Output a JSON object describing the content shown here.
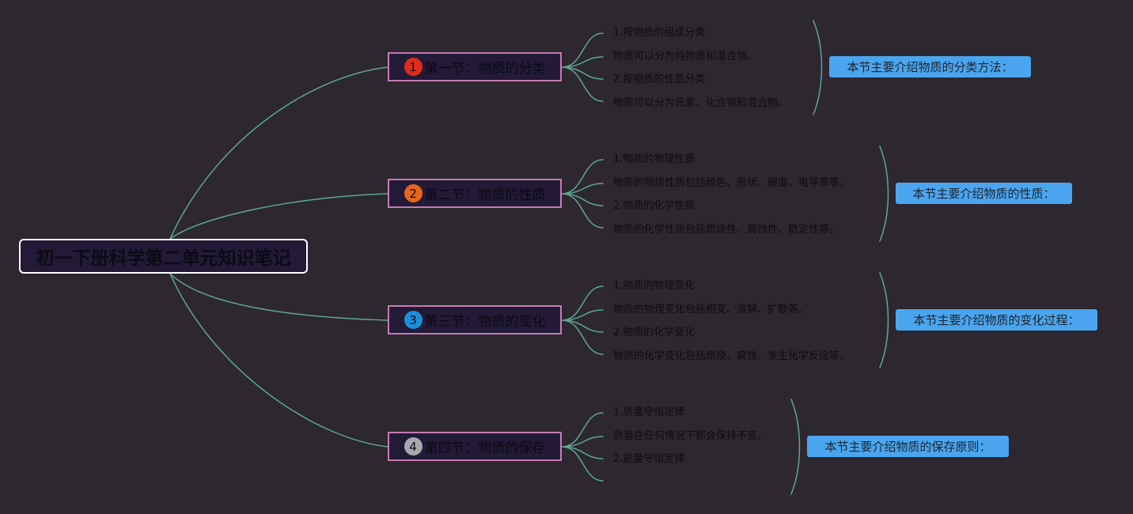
{
  "colors": {
    "background": "#2d2730",
    "connector": "#5fa597",
    "section_border": "#c77bb1",
    "summary_bg": "#4aa5ee"
  },
  "root": {
    "title": "初一下册科学第二单元知识笔记"
  },
  "sections": [
    {
      "number": "1",
      "number_color": "#e02a1a",
      "title": "第一节：物质的分类",
      "items": [
        "1.按物质的组成分类",
        "物质可以分为纯物质和混合物。",
        "2.按物质的性质分类",
        "物质可以分为元素、化合物和混合物。"
      ],
      "summary": "本节主要介绍物质的分类方法："
    },
    {
      "number": "2",
      "number_color": "#e8651c",
      "title": "第二节：物质的性质",
      "items": [
        "1.物质的物理性质",
        "物质的物理性质包括颜色、形状、硬度、电导率等。",
        "2.物质的化学性质",
        "物质的化学性质包括燃烧性、腐蚀性、稳定性等。"
      ],
      "summary": "本节主要介绍物质的性质："
    },
    {
      "number": "3",
      "number_color": "#1a8fd9",
      "title": "第三节：物质的变化",
      "items": [
        "1.物质的物理变化",
        "物质的物理变化包括相变、溶解、扩散等。",
        "2.物质的化学变化",
        "物质的化学变化包括燃烧、腐蚀、发生化学反应等。"
      ],
      "summary": "本节主要介绍物质的变化过程："
    },
    {
      "number": "4",
      "number_color": "#a9a8ad",
      "title": "第四节：物质的保存",
      "items": [
        "1.质量守恒定律",
        "质量在任何情况下都会保持不变。",
        "2.能量守恒定律",
        ""
      ],
      "summary": "本节主要介绍物质的保存原则："
    }
  ]
}
